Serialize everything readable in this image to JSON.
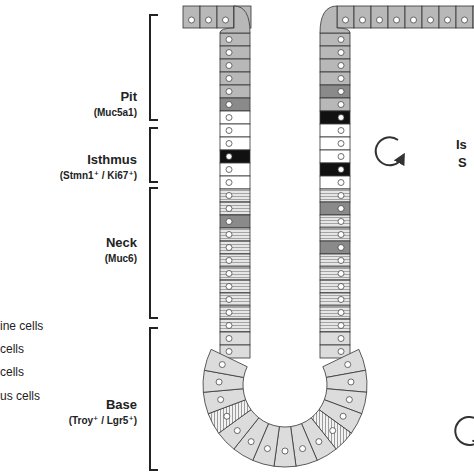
{
  "diagram": {
    "labels": [
      "Pit",
      "(Muc5a1)",
      "Isthmus",
      "(Stmn1⁺ / Ki67⁺)",
      "Neck",
      "(Muc6)",
      "Base",
      "(Troy⁺ / Lgr5⁺)",
      "ine cells",
      "cells",
      "cells",
      "us cells",
      "Is",
      "S"
    ]
  }
}
